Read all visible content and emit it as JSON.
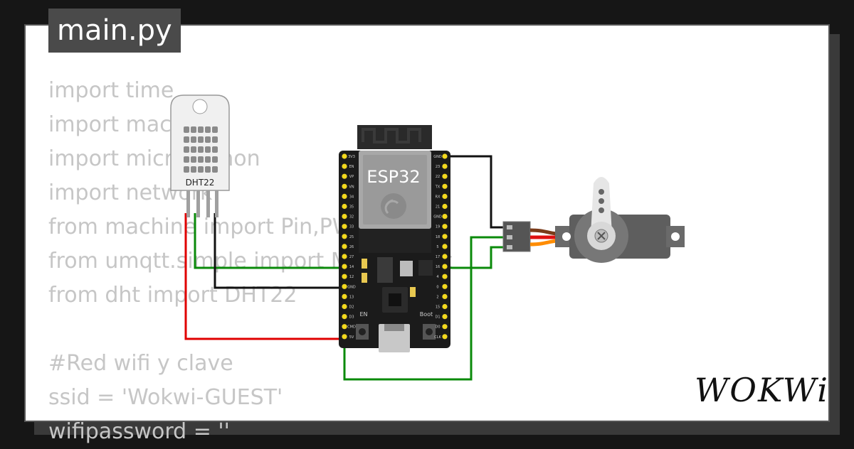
{
  "tab": {
    "label": "main.py"
  },
  "code_lines": [
    "import time",
    "import machine",
    "import micropython",
    "import network",
    "from machine import Pin,PWM",
    "from umqtt.simple import MQTTClient",
    "from dht import DHT22",
    "",
    "#Red wifi y clave",
    "ssid = 'Wokwi-GUEST'",
    "wifipassword = ''"
  ],
  "components": {
    "dht": {
      "label": "DHT22"
    },
    "esp32": {
      "label": "ESP32",
      "en_label": "EN",
      "boot_label": "Boot",
      "left_pins": [
        "3V3",
        "EN",
        "VP",
        "VN",
        "34",
        "35",
        "32",
        "33",
        "25",
        "26",
        "27",
        "14",
        "12",
        "GND",
        "13",
        "D2",
        "D3",
        "CMD",
        "5V"
      ],
      "right_pins": [
        "GND",
        "23",
        "22",
        "TX",
        "RX",
        "21",
        "GND",
        "19",
        "18",
        "5",
        "17",
        "16",
        "4",
        "0",
        "2",
        "15",
        "D1",
        "D0",
        "CLK"
      ]
    }
  },
  "logo": {
    "text": "WOKWi"
  },
  "colors": {
    "wire_red": "#e00000",
    "wire_green": "#0a8a0a",
    "wire_black": "#111111",
    "board": "#1b1b1b"
  }
}
